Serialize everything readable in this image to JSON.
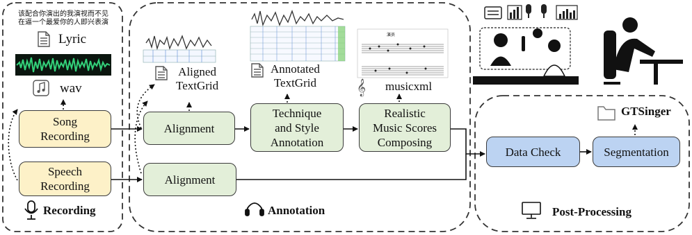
{
  "recording": {
    "lyric_line1": "该配合你演出的我演视而不见",
    "lyric_line2": "在逼一个最爱你的人即兴表演",
    "lyric_label": "Lyric",
    "wav_label": "wav",
    "song_recording": "Song Recording",
    "speech_recording": "Speech Recording",
    "section_title": "Recording"
  },
  "annotation": {
    "aligned_textgrid_line1": "Aligned",
    "aligned_textgrid_line2": "TextGrid",
    "annotated_textgrid_line1": "Annotated",
    "annotated_textgrid_line2": "TextGrid",
    "musicxml_label": "musicxml",
    "score_title": "演员",
    "alignment_top": "Alignment",
    "alignment_bottom": "Alignment",
    "technique_line1": "Technique",
    "technique_line2": "and Style",
    "technique_line3": "Annotation",
    "scores_line1": "Realistic",
    "scores_line2": "Music Scores",
    "scores_line3": "Composing",
    "section_title": "Annotation"
  },
  "post_processing": {
    "gtsinger_label": "GTSinger",
    "data_check": "Data Check",
    "segmentation": "Segmentation",
    "section_title": "Post-Processing"
  },
  "colors": {
    "recording_box": "#fdf1c8",
    "annotation_box": "#e3efd9",
    "post_box": "#bcd3f2",
    "waveform": "#2fbf6a"
  }
}
